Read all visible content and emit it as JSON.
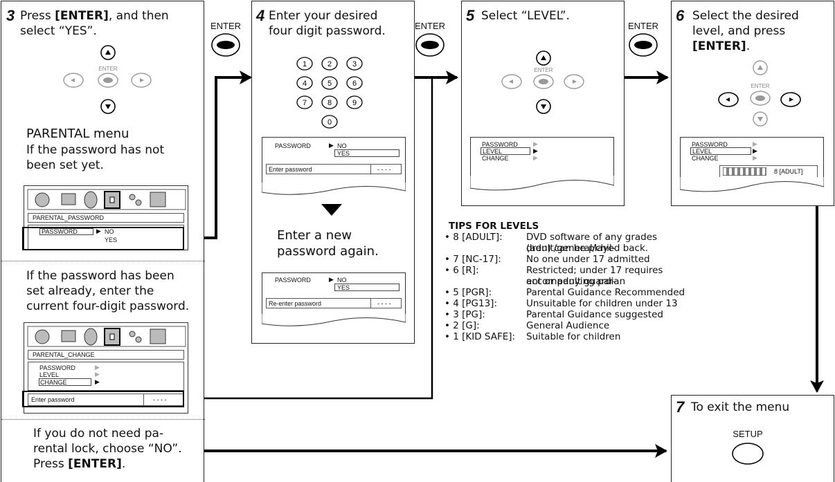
{
  "step3": {
    "num": "3",
    "l1a": "Press ",
    "l1b": "[ENTER]",
    "l1c": ", and then",
    "l2": "select “YES”.",
    "menu_title": "PARENTAL menu",
    "not_set1": "If the password has not",
    "not_set2": "been set yet.",
    "set1": "If the password has been",
    "set2": "set already, enter the",
    "set3": "current four-digit password."
  },
  "step4": {
    "num": "4",
    "l1": "Enter your desired",
    "l2": "four digit password.",
    "again1": "Enter a new",
    "again2": "password again."
  },
  "step5": {
    "num": "5",
    "l1": "Select “LEVEL”."
  },
  "step6": {
    "num": "6",
    "l1": "Select the desired",
    "l2": "level, and press",
    "l3": "[ENTER]",
    "l3b": "."
  },
  "step7": {
    "num": "7",
    "l1": "To exit the menu",
    "setup": "SETUP"
  },
  "nolock": {
    "l1": "If you do not need pa-",
    "l2": "rental lock, choose “NO”.",
    "l3a": "Press ",
    "l3b": "[ENTER]",
    "l3c": "."
  },
  "enter_label": "ENTER",
  "keypad": [
    "1",
    "2",
    "3",
    "4",
    "5",
    "6",
    "7",
    "8",
    "9",
    "0"
  ],
  "menus": {
    "parental_password": "PARENTAL_PASSWORD",
    "parental_change": "PARENTAL_CHANGE",
    "password": "PASSWORD",
    "level": "LEVEL",
    "change": "CHANGE",
    "no": "NO",
    "yes": "YES",
    "enter_password": "Enter password",
    "reenter_password": "Re-enter password",
    "dashes": "- - - -",
    "level_value": "8 [ADULT]",
    "arrow": "▶"
  },
  "tips": {
    "title": "TIPS FOR LEVELS",
    "rows": [
      {
        "k": "• 8 [ADULT]:",
        "v1": "DVD software of any grades (adult/general/chil-",
        "v2": "dren) can be played back."
      },
      {
        "k": "• 7 [NC-17]:",
        "v1": "No one under 17 admitted",
        "v2": ""
      },
      {
        "k": "• 6 [R]:",
        "v1": "Restricted; under 17 requires accompanying par-",
        "v2": "ent or adult guardian"
      },
      {
        "k": "• 5 [PGR]:",
        "v1": "Parental Guidance Recommended",
        "v2": ""
      },
      {
        "k": "• 4 [PG13]:",
        "v1": "Unsuitable for children under 13",
        "v2": ""
      },
      {
        "k": "• 3 [PG]:",
        "v1": "Parental Guidance suggested",
        "v2": ""
      },
      {
        "k": "• 2 [G]:",
        "v1": "General Audience",
        "v2": ""
      },
      {
        "k": "• 1 [KID SAFE]:",
        "v1": "Suitable for children",
        "v2": ""
      }
    ]
  }
}
